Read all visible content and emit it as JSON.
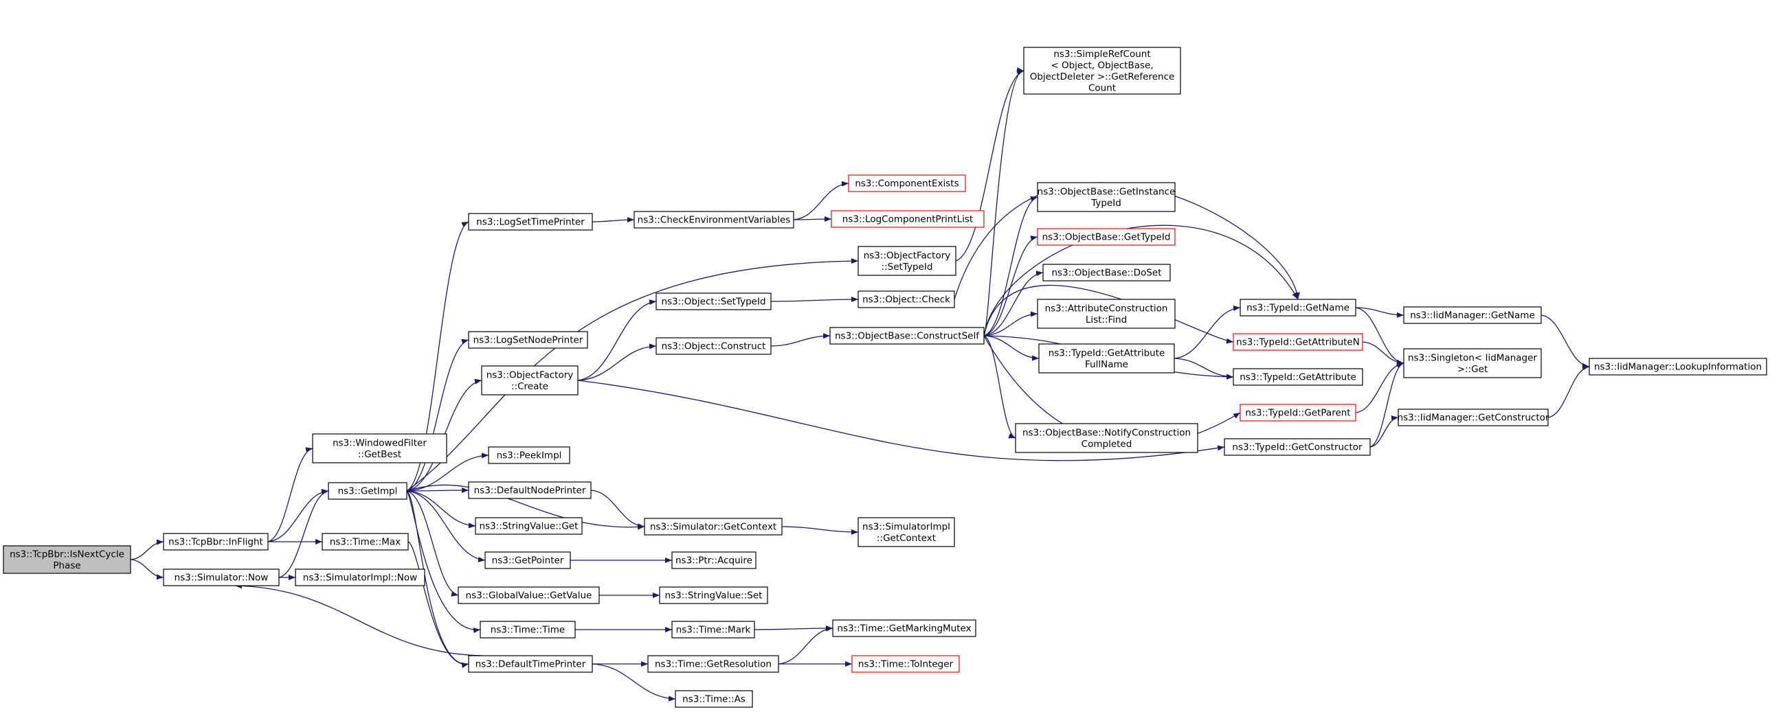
{
  "colors": {
    "edge": "#191970",
    "highlight_border": "#ff0000",
    "root_fill": "#bfbfbf",
    "node_border": "#000000"
  },
  "nodes": {
    "root": [
      "ns3::TcpBbr::IsNextCycle",
      "Phase"
    ],
    "inflight": [
      "ns3::TcpBbr::InFlight"
    ],
    "simnow": [
      "ns3::Simulator::Now"
    ],
    "getbest": [
      "ns3::WindowedFilter",
      "::GetBest"
    ],
    "getimpl": [
      "ns3::GetImpl"
    ],
    "timemax": [
      "ns3::Time::Max"
    ],
    "simimplnow": [
      "ns3::SimulatorImpl::Now"
    ],
    "logsettp": [
      "ns3::LogSetTimePrinter"
    ],
    "logsetnp": [
      "ns3::LogSetNodePrinter"
    ],
    "ofcreate": [
      "ns3::ObjectFactory",
      "::Create"
    ],
    "peekimpl": [
      "ns3::PeekImpl"
    ],
    "defnp": [
      "ns3::DefaultNodePrinter"
    ],
    "svget": [
      "ns3::StringValue::Get"
    ],
    "getpointer": [
      "ns3::GetPointer"
    ],
    "gvgetvalue": [
      "ns3::GlobalValue::GetValue"
    ],
    "timetime": [
      "ns3::Time::Time"
    ],
    "deftp": [
      "ns3::DefaultTimePrinter"
    ],
    "checkenv": [
      "ns3::CheckEnvironmentVariables"
    ],
    "objsettid": [
      "ns3::Object::SetTypeId"
    ],
    "objconstruct": [
      "ns3::Object::Construct"
    ],
    "simgetctx": [
      "ns3::Simulator::GetContext"
    ],
    "ptracquire": [
      "ns3::Ptr::Acquire"
    ],
    "svset": [
      "ns3::StringValue::Set"
    ],
    "timemark": [
      "ns3::Time::Mark"
    ],
    "getres": [
      "ns3::Time::GetResolution"
    ],
    "timeas": [
      "ns3::Time::As"
    ],
    "compexists": [
      "ns3::ComponentExists"
    ],
    "logcpl": [
      "ns3::LogComponentPrintList"
    ],
    "ofsettid": [
      "ns3::ObjectFactory",
      "::SetTypeId"
    ],
    "objcheck": [
      "ns3::Object::Check"
    ],
    "obconstructself": [
      "ns3::ObjectBase::ConstructSelf"
    ],
    "simimplctx": [
      "ns3::SimulatorImpl",
      "::GetContext"
    ],
    "getmarkmutex": [
      "ns3::Time::GetMarkingMutex"
    ],
    "tointeger": [
      "ns3::Time::ToInteger"
    ],
    "srcget": [
      "ns3::SimpleRefCount",
      "< Object, ObjectBase,",
      "ObjectDeleter >::GetReference",
      "Count"
    ],
    "obgetinst": [
      "ns3::ObjectBase::GetInstance",
      "TypeId"
    ],
    "obgettid": [
      "ns3::ObjectBase::GetTypeId"
    ],
    "obdoset": [
      "ns3::ObjectBase::DoSet"
    ],
    "aclfind": [
      "ns3::AttributeConstruction",
      "List::Find"
    ],
    "tidgafn": [
      "ns3::TypeId::GetAttribute",
      "FullName"
    ],
    "obnotify": [
      "ns3::ObjectBase::NotifyConstruction",
      "Completed"
    ],
    "tidgetname": [
      "ns3::TypeId::GetName"
    ],
    "tidgetattrn": [
      "ns3::TypeId::GetAttributeN"
    ],
    "tidgetattr": [
      "ns3::TypeId::GetAttribute"
    ],
    "tidgetparent": [
      "ns3::TypeId::GetParent"
    ],
    "tidgetctor": [
      "ns3::TypeId::GetConstructor"
    ],
    "iidgetname": [
      "ns3::IidManager::GetName"
    ],
    "singleton": [
      "ns3::Singleton< IidManager",
      ">::Get"
    ],
    "iidgetctor": [
      "ns3::IidManager::GetConstructor"
    ],
    "iidlookup": [
      "ns3::IidManager::LookupInformation"
    ]
  }
}
